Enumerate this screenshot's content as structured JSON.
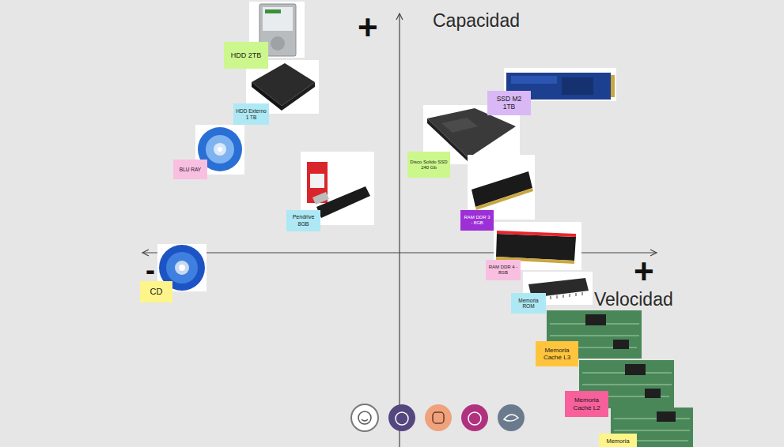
{
  "diagram": {
    "nodes": [
      {
        "text": [
          "HDD 2TB"
        ]
      },
      {
        "text": [
          "SSD M2 1TB"
        ]
      },
      {
        "text": [
          "HDD Externo 1 TB"
        ]
      },
      {
        "text": [
          "Disco Solido SSD 240 Gb"
        ]
      },
      {
        "text": [
          "BLU RAY"
        ]
      },
      {
        "text": [
          "Pendrive 8GB"
        ]
      },
      {
        "text": [
          "RAM DDR 3 - 8GB"
        ]
      },
      {
        "text": [
          "RAM DDR 4 - 8GB"
        ]
      },
      {
        "text": [
          "CD"
        ]
      },
      {
        "text": [
          "Memoria ROM"
        ]
      },
      {
        "text": [
          "Memoria Caché L3"
        ]
      },
      {
        "text": [
          "Memoria Caché L2"
        ]
      },
      {
        "text": [
          "Memoria"
        ]
      }
    ],
    "labels": [
      "+",
      "Capacidad",
      "+",
      "Velocidad",
      "-"
    ]
  }
}
